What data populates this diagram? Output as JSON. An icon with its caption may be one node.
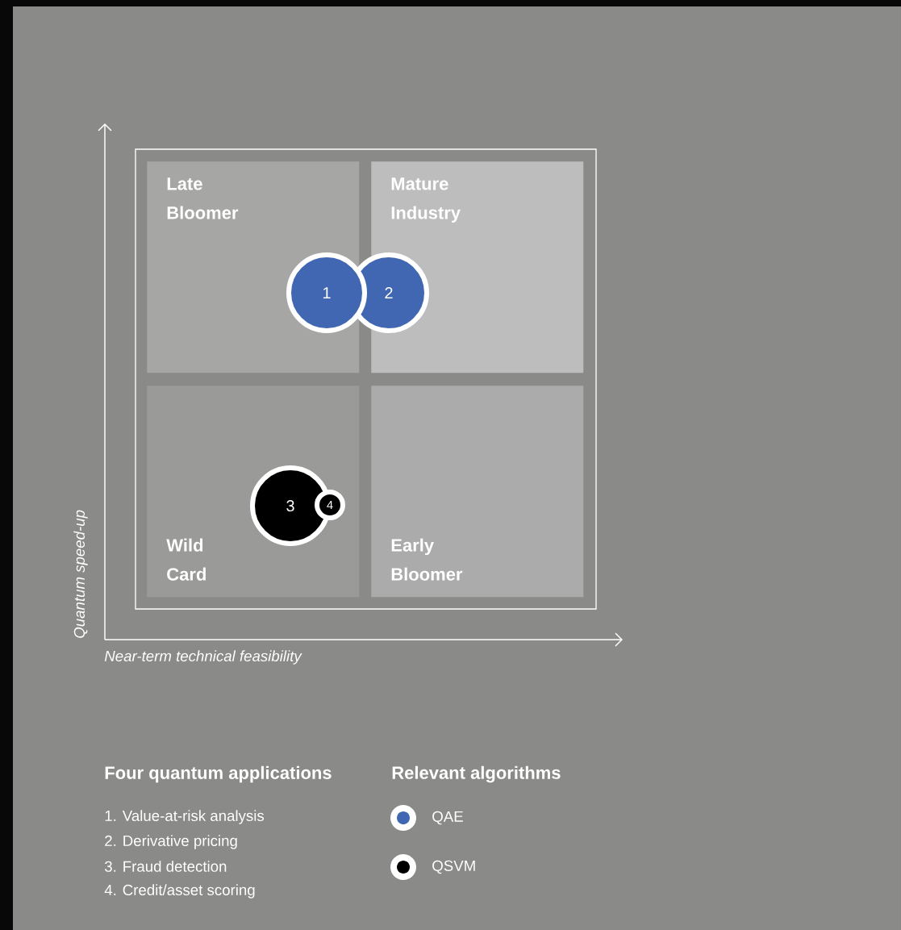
{
  "diagram": {
    "nodes": [
      {
        "text": [
          "Late Bloomer"
        ]
      },
      {
        "text": [
          "Mature Industry"
        ]
      },
      {
        "text": [
          "Wild Card"
        ]
      },
      {
        "text": [
          "Early Bloomer"
        ]
      },
      {
        "text": [
          "1"
        ]
      },
      {
        "text": [
          "2"
        ]
      },
      {
        "text": [
          "3"
        ],
        "in": 2
      },
      {
        "text": [
          "4"
        ],
        "in": 2
      }
    ],
    "labels": [
      "Quantum speed-up",
      "Near-term technical feasibility",
      "Four quantum applications",
      "1. Value-at-risk analysis",
      "2. Derivative pricing",
      "3. Fraud detection",
      "4. Credit/asset scoring",
      "Relevant algorithms"
    ],
    "legend": [
      {
        "text": "QAE",
        "color": "#4267b2"
      },
      {
        "text": "QSVM",
        "color": "#000000"
      }
    ]
  }
}
